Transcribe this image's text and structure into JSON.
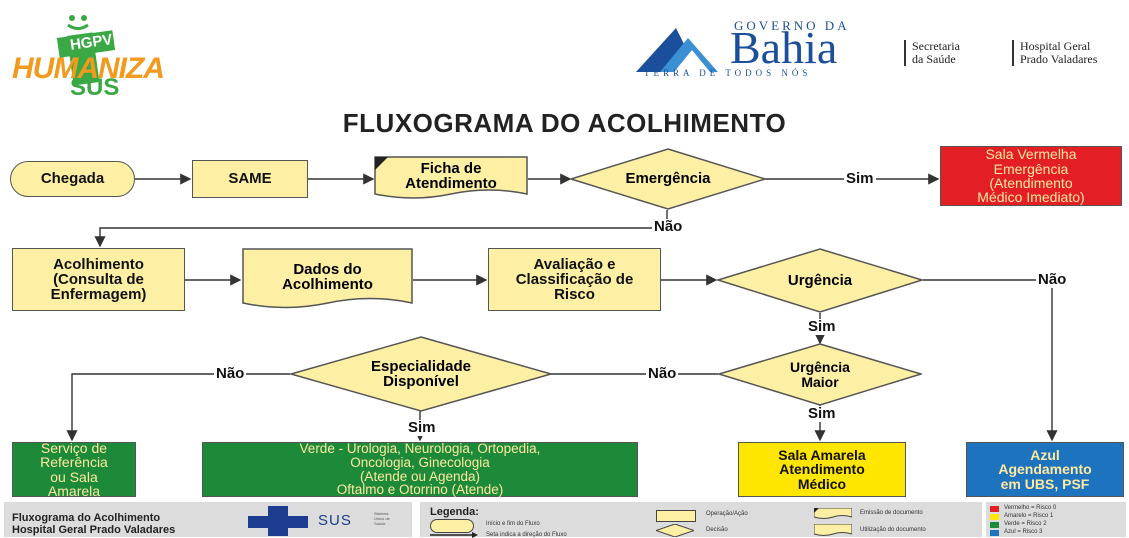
{
  "header": {
    "logo_hgpv": "HGPV",
    "logo_humaniza": "HUMANIZA",
    "logo_sus": "SUS",
    "gov_top": "GOVERNO DA",
    "gov_main": "Bahia",
    "gov_tagline": "TERRA DE TODOS NÓS",
    "secretaria": "Secretaria\nda Saúde",
    "hospital": "Hospital Geral\nPrado Valadares"
  },
  "title": "FLUXOGRAMA DO ACOLHIMENTO",
  "nodes": {
    "chegada": "Chegada",
    "same": "SAME",
    "ficha": "Ficha de\nAtendimento",
    "emergencia": "Emergência",
    "sala_vermelha": "Sala Vermelha\nEmergência\n(Atendimento\nMédico Imediato)",
    "acolhimento": "Acolhimento\n(Consulta de\nEnfermagem)",
    "dados": "Dados do\nAcolhimento",
    "avaliacao": "Avaliação e\nClassificação de\nRisco",
    "urgencia": "Urgência",
    "urgencia_maior": "Urgência\nMaior",
    "especialidade": "Especialidade\nDisponível",
    "servico": "Serviço de\nReferência\nou Sala\nAmarela",
    "verde": "Verde - Urologia, Neurologia, Ortopedia,\nOncologia, Ginecologia\n(Atende ou Agenda)\nOftalmo e Otorrino (Atende)",
    "sala_amarela": "Sala Amarela\nAtendimento\nMédico",
    "azul": "Azul\nAgendamento\nem UBS, PSF"
  },
  "edge_labels": {
    "sim_emergencia": "Sim",
    "nao_emergencia": "Não",
    "nao_urgencia": "Não",
    "sim_urgencia": "Sim",
    "nao_urgencia_maior": "Não",
    "sim_urgencia_maior": "Sim",
    "nao_especialidade": "Não",
    "sim_especialidade": "Sim"
  },
  "footer": {
    "caption_line1": "Fluxograma do Acolhimento",
    "caption_line2": "Hospital Geral Prado Valadares",
    "sus_logo": "SUS",
    "sus_sub": "Sistema\nÚnico de\nSaúde",
    "legend_title": "Legenda:",
    "legend_items": {
      "inicio_fim": "Início e fim do Fluxo",
      "seta": "Seta indica a direção do Fluxo",
      "operacao": "Operação/Ação",
      "decisao": "Decisão",
      "emissao": "Emissão de documento",
      "utilizacao": "Utilização do documento"
    },
    "risk": [
      {
        "label": "Vermelho = Risco 0",
        "color": "#e31e24"
      },
      {
        "label": "Amarelo = Risco 1",
        "color": "#ffe600"
      },
      {
        "label": "Verde = Risco 2",
        "color": "#1d8a3a"
      },
      {
        "label": "Azul = Risco 3",
        "color": "#1e73be"
      }
    ]
  },
  "colors": {
    "yellow_fill": "#fdf0a4",
    "red": "#e31e24",
    "green": "#1d8a3a",
    "yellow": "#ffe600",
    "blue": "#1e73be",
    "humaniza_green": "#3aa845",
    "humaniza_orange": "#f29a1d",
    "bahia_blue": "#1b4f9c"
  }
}
